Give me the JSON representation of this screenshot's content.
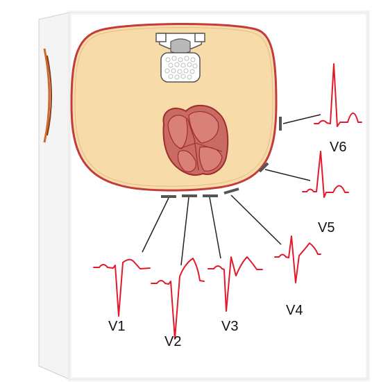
{
  "leads": [
    {
      "id": "v1",
      "label": "V1"
    },
    {
      "id": "v2",
      "label": "V2"
    },
    {
      "id": "v3",
      "label": "V3"
    },
    {
      "id": "v4",
      "label": "V4"
    },
    {
      "id": "v5",
      "label": "V5"
    },
    {
      "id": "v6",
      "label": "V6"
    }
  ],
  "colors": {
    "torso_fill": "#f7dcaa",
    "torso_outline": "#c33b3b",
    "heart_fill": "#c96a63",
    "heart_outline": "#9e2c2c",
    "ecg_trace": "#e3192b",
    "electrode": "#555555",
    "lead_wire": "#222222",
    "canvas_edge": "#d9d9d9"
  }
}
